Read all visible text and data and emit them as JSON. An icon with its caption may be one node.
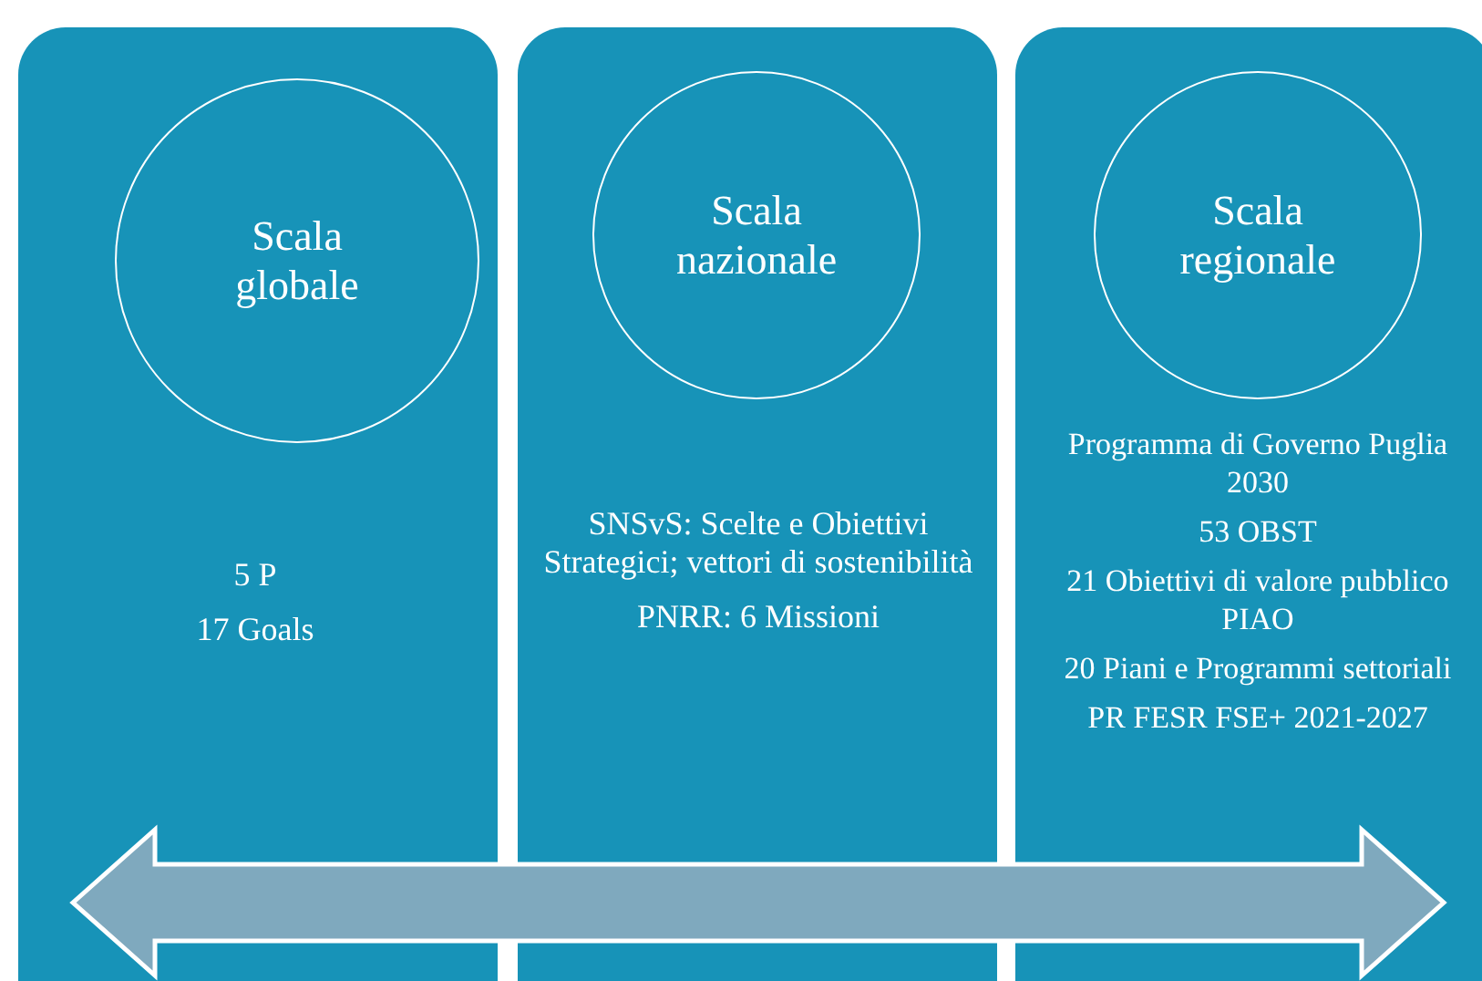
{
  "diagram": {
    "nodes": [
      {
        "text": [
          "5 P",
          "17 Goals"
        ]
      },
      {
        "text": [
          "Scala globale"
        ],
        "in": 0
      },
      {
        "text": [
          "SNSvS: Scelte e Obiettivi Strategici; vettori di sostenibilità",
          "PNRR:  6 Missioni"
        ]
      },
      {
        "text": [
          "Scala nazionale"
        ],
        "in": 2
      },
      {
        "text": [
          "Programma di Governo Puglia 2030",
          "53 OBST",
          "21 Obiettivi di valore pubblico PIAO",
          "20 Piani e Programmi settoriali",
          "PR FESR FSE+ 2021-2027"
        ]
      },
      {
        "text": [
          "Scala regionale"
        ],
        "in": 4
      }
    ],
    "edges": [
      {
        "from": 0,
        "to": 4,
        "arrow": "both",
        "style": "thick",
        "color": "#7fa9be"
      }
    ]
  }
}
